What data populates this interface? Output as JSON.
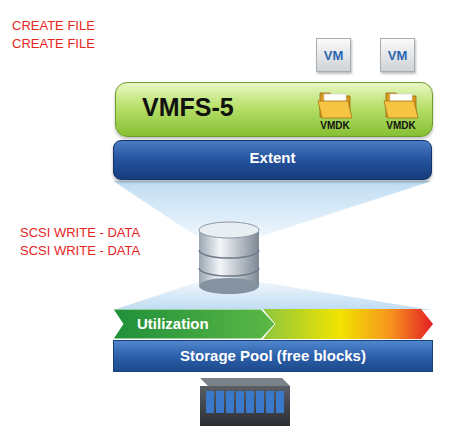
{
  "diagram": {
    "nodes": [
      {
        "text": [
          "VM"
        ]
      },
      {
        "text": [
          "VM"
        ]
      },
      {
        "text": [
          "VMFS-5"
        ]
      },
      {
        "text": [
          "VMDK"
        ],
        "in": 2
      },
      {
        "text": [
          "VMDK"
        ],
        "in": 2
      },
      {
        "text": [
          "Extent"
        ]
      },
      {
        "text": [
          "Utilization"
        ]
      },
      {
        "text": [
          "Storage Pool (free blocks)"
        ]
      }
    ],
    "labels": [
      "CREATE FILE",
      "CREATE FILE",
      "SCSI WRITE - DATA",
      "SCSI WRITE - DATA"
    ]
  }
}
